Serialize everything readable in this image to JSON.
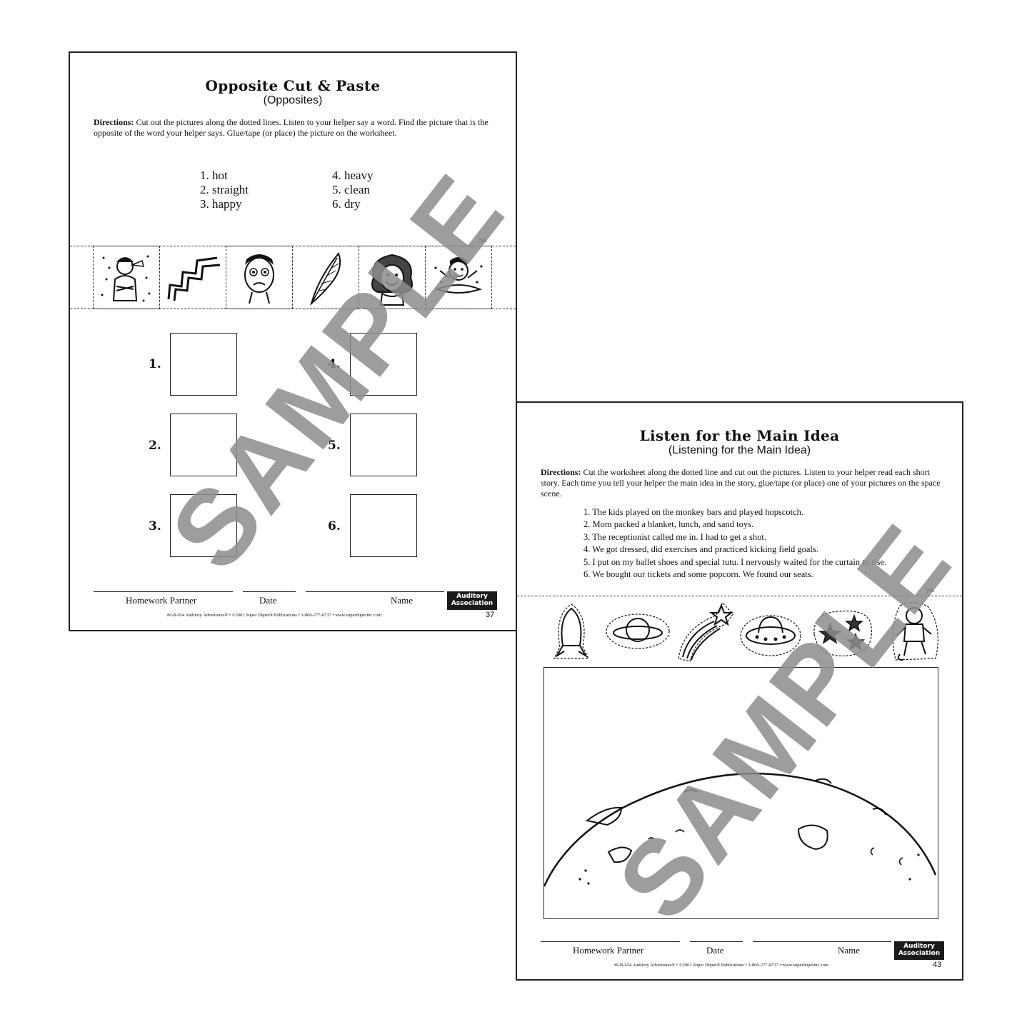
{
  "page1": {
    "title": "Opposite Cut & Paste",
    "subtitle": "(Opposites)",
    "directions_label": "Directions:",
    "directions_text": "Cut out the pictures along the dotted lines.  Listen to your helper say a word.  Find the picture that is the opposite of the word your helper says.  Glue/tape (or place) the picture on the worksheet.",
    "words": [
      "1. hot",
      "2. straight",
      "3. happy",
      "4. heavy",
      "5. clean",
      "6. dry"
    ],
    "pictures": [
      "cold-person-icon",
      "zigzag-lines-icon",
      "sad-boy-icon",
      "feather-icon",
      "muddy-girl-icon",
      "wet-boy-icon"
    ],
    "box_labels": [
      "1.",
      "2.",
      "3.",
      "4.",
      "5.",
      "6."
    ],
    "homework_partner": "Homework Partner",
    "date": "Date",
    "name": "Name",
    "badge_line1": "Auditory",
    "badge_line2": "Association",
    "footer": "#GB-654  Auditory Adventures®  •  ©2001 Super Duper® Publications  •  1-800-277-8737  •  www.superduperinc.com",
    "page_number": "37"
  },
  "page2": {
    "title": "Listen for the Main Idea",
    "subtitle": "(Listening for the Main Idea)",
    "directions_label": "Directions:",
    "directions_text": "Cut the worksheet along the dotted line and cut out the pictures.  Listen to your helper read each short story.  Each time you tell your helper the main idea in the story, glue/tape (or place) one of your pictures on the space scene.",
    "stories": [
      "1. The kids played on the monkey bars and played hopscotch.",
      "2. Mom packed a blanket, lunch, and sand toys.",
      "3. The receptionist called me in.  I had to get a shot.",
      "4. We got dressed, did exercises and practiced kicking field goals.",
      "5. I put on my ballet shoes and special tutu.  I nervously waited for the curtain to rise.",
      "6. We bought our tickets and some popcorn.  We found our seats."
    ],
    "pictures": [
      "rocket-icon",
      "planet-icon",
      "shooting-star-icon",
      "ufo-icon",
      "stars-icon",
      "astronaut-icon"
    ],
    "homework_partner": "Homework Partner",
    "date": "Date",
    "name": "Name",
    "badge_line1": "Auditory",
    "badge_line2": "Association",
    "footer": "#GB-654  Auditory Adventures®  •  ©2001 Super Duper® Publications  •  1-800-277-8737  •  www.superduperinc.com",
    "page_number": "43"
  },
  "watermark": "SAMPLE",
  "scissors_glyph": "✂"
}
